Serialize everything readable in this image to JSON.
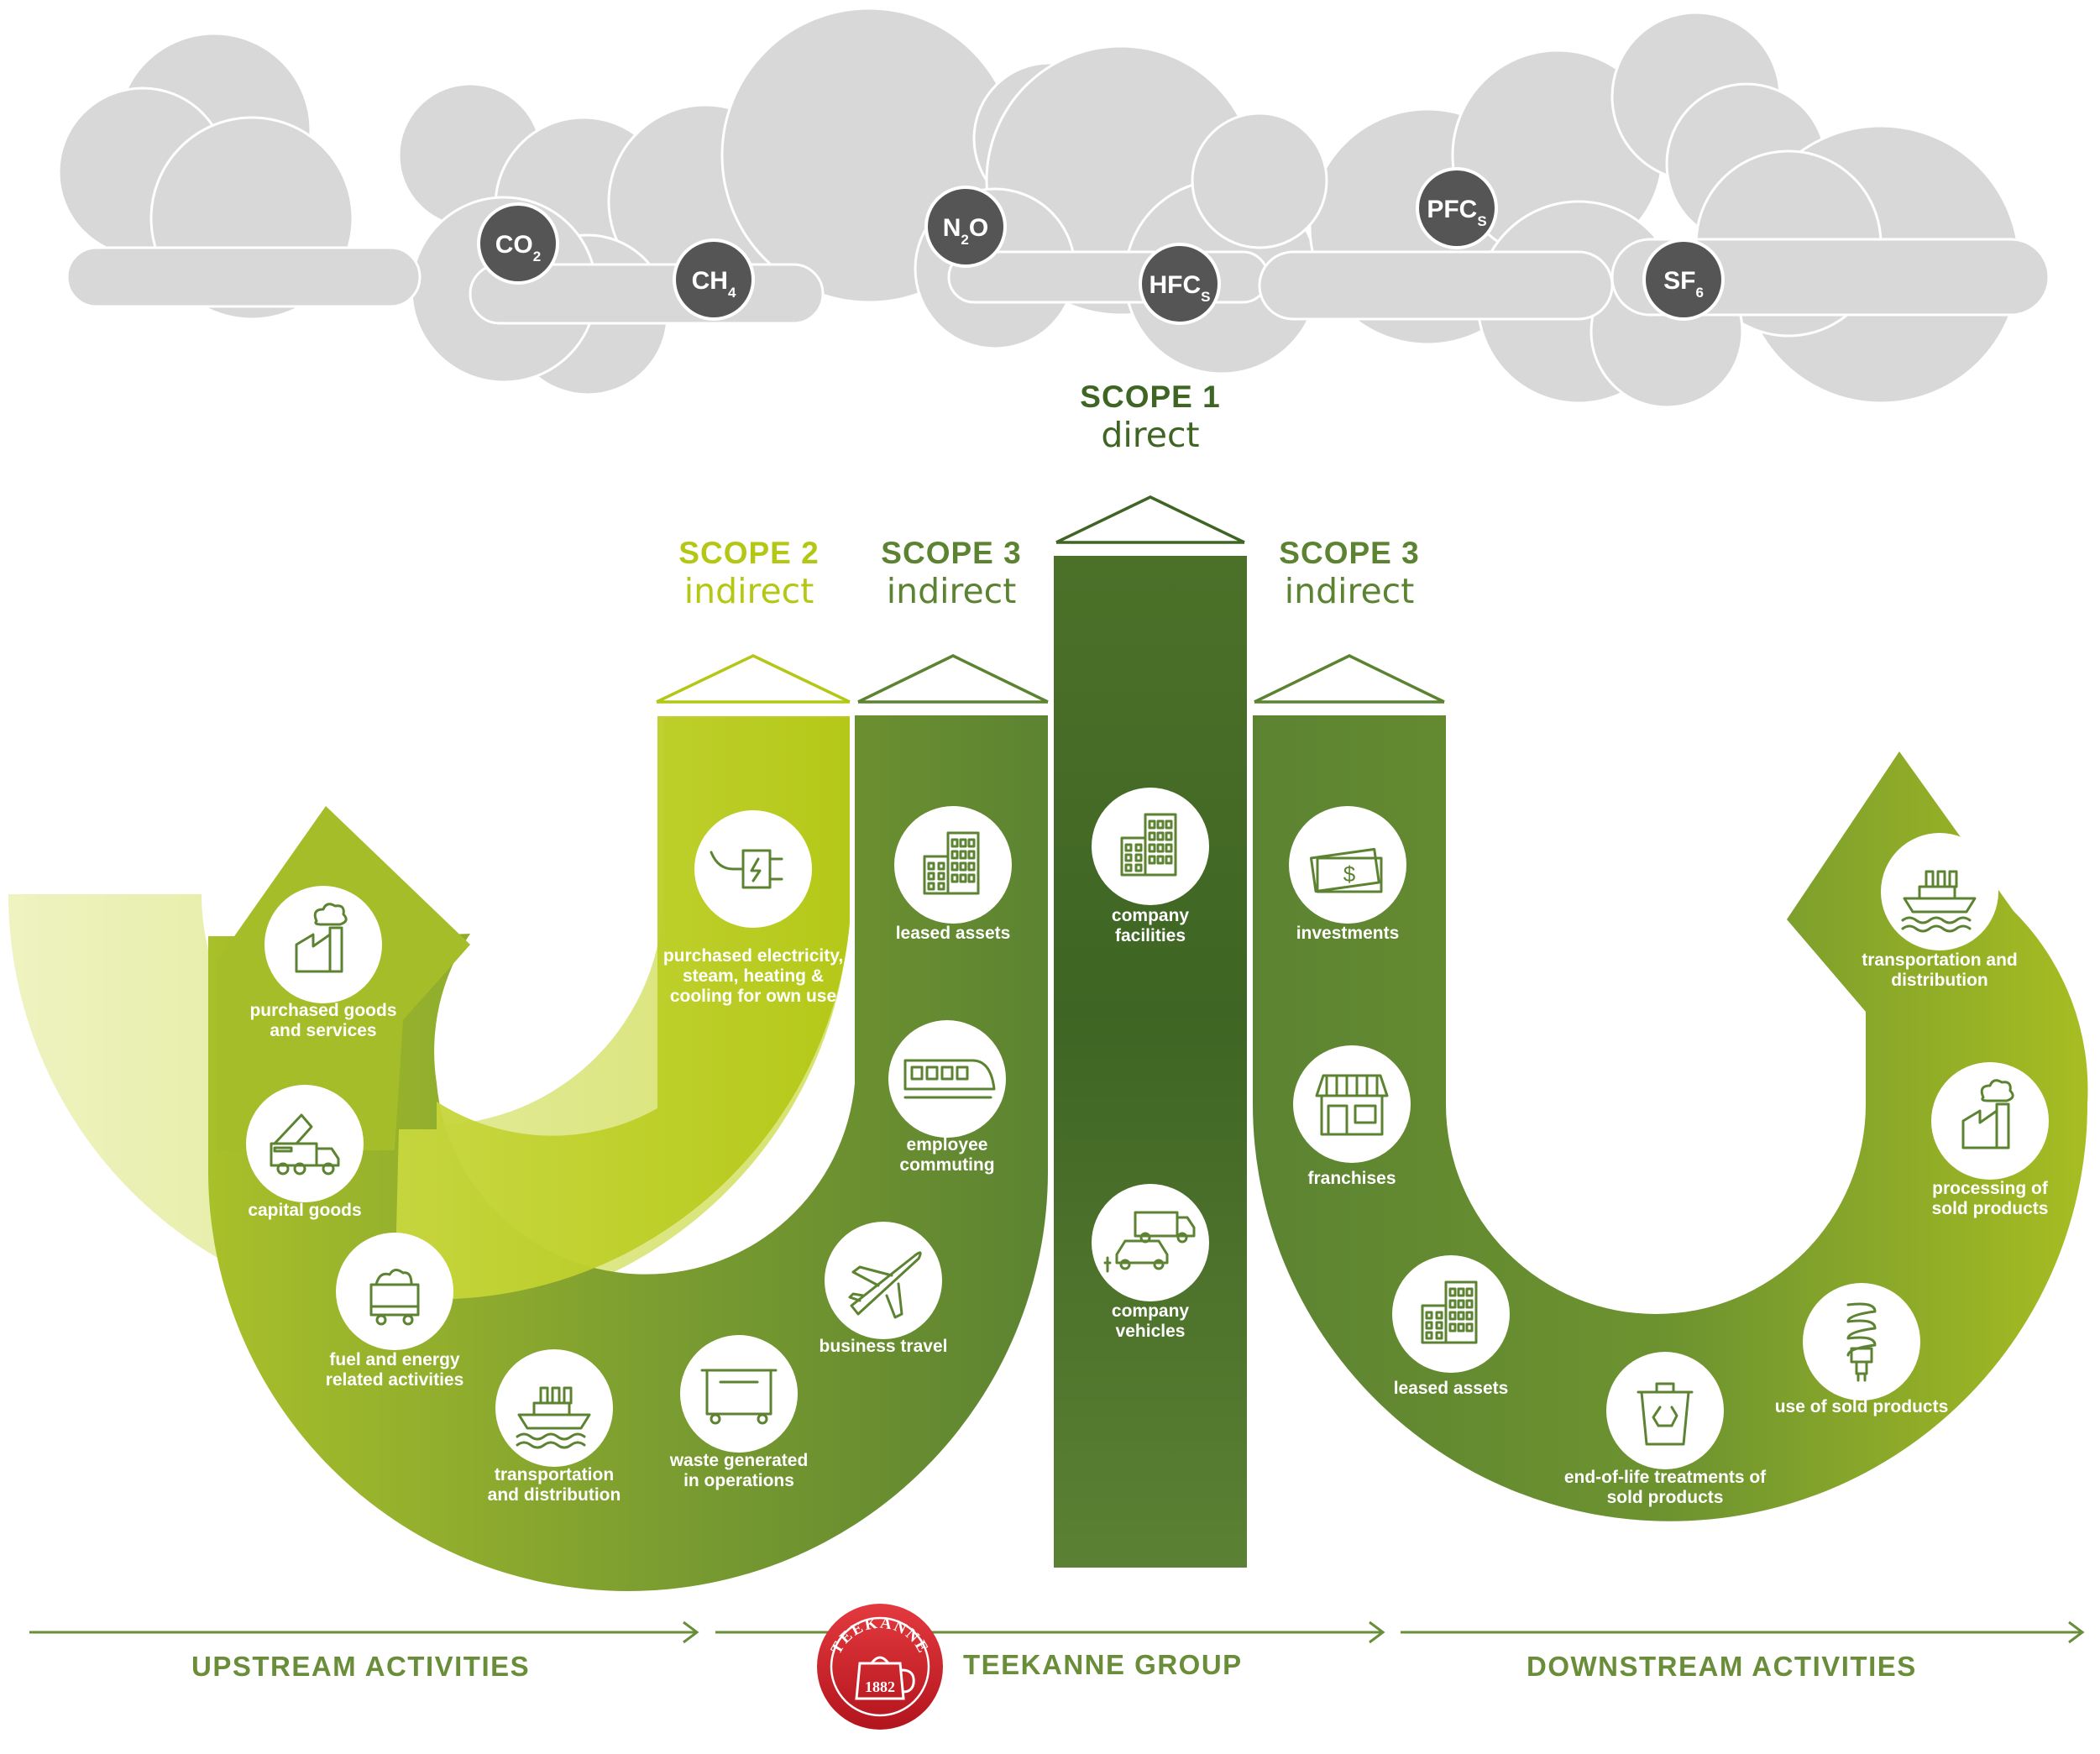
{
  "colors": {
    "scope1_dark": "#3f6524",
    "scope3_green": "#5c8331",
    "scope2_lime": "#b3c714",
    "cloud": "#d8d8d8",
    "gas_bubble": "#555555",
    "arrow_line": "#6a8d3a"
  },
  "gases": [
    {
      "base": "CO",
      "sub": "2"
    },
    {
      "base": "CH",
      "sub": "4"
    },
    {
      "base": "N",
      "sub": "2",
      "tail": "O"
    },
    {
      "base": "HFC",
      "sub": "S"
    },
    {
      "base": "PFC",
      "sub": "S"
    },
    {
      "base": "SF",
      "sub": "6"
    }
  ],
  "scopes": {
    "scope1": {
      "title": "SCOPE 1",
      "subtitle": "direct"
    },
    "scope2": {
      "title": "SCOPE 2",
      "subtitle": "indirect"
    },
    "scope3_up": {
      "title": "SCOPE 3",
      "subtitle": "indirect"
    },
    "scope3_down": {
      "title": "SCOPE 3",
      "subtitle": "indirect"
    }
  },
  "activities": [
    {
      "key": "purchased-goods",
      "icon": "factory-icon",
      "lines": [
        "purchased goods",
        "and services"
      ]
    },
    {
      "key": "capital-goods",
      "icon": "dump-truck-icon",
      "lines": [
        "capital goods"
      ]
    },
    {
      "key": "fuel-energy",
      "icon": "coal-cart-icon",
      "lines": [
        "fuel and energy",
        "related activities"
      ]
    },
    {
      "key": "upstream-transport",
      "icon": "ship-icon",
      "lines": [
        "transportation",
        "and distribution"
      ]
    },
    {
      "key": "waste",
      "icon": "waste-container-icon",
      "lines": [
        "waste generated",
        "in operations"
      ]
    },
    {
      "key": "purchased-electricity",
      "icon": "power-plug-icon",
      "lines": [
        "purchased electricity,",
        "steam, heating &",
        "cooling for own use"
      ]
    },
    {
      "key": "upstream-leased-assets",
      "icon": "building-icon",
      "lines": [
        "leased assets"
      ]
    },
    {
      "key": "employee-commuting",
      "icon": "train-icon",
      "lines": [
        "employee",
        "commuting"
      ]
    },
    {
      "key": "business-travel",
      "icon": "airplane-icon",
      "lines": [
        "business travel"
      ]
    },
    {
      "key": "company-facilities",
      "icon": "building-icon",
      "lines": [
        "company",
        "facilities"
      ]
    },
    {
      "key": "company-vehicles",
      "icon": "vehicles-icon",
      "lines": [
        "company",
        "vehicles"
      ]
    },
    {
      "key": "investments",
      "icon": "banknote-icon",
      "lines": [
        "investments"
      ]
    },
    {
      "key": "franchises",
      "icon": "storefront-icon",
      "lines": [
        "franchises"
      ]
    },
    {
      "key": "downstream-leased-assets",
      "icon": "building-icon",
      "lines": [
        "leased assets"
      ]
    },
    {
      "key": "end-of-life",
      "icon": "recycle-bin-icon",
      "lines": [
        "end-of-life treatments of",
        "sold products"
      ]
    },
    {
      "key": "use-of-sold-products",
      "icon": "light-bulb-icon",
      "lines": [
        "use of sold products"
      ]
    },
    {
      "key": "processing",
      "icon": "factory-icon",
      "lines": [
        "processing of",
        "sold products"
      ]
    },
    {
      "key": "downstream-transport",
      "icon": "ship-icon",
      "lines": [
        "transportation and",
        "distribution"
      ]
    }
  ],
  "bottom": {
    "upstream": "UPSTREAM ACTIVITIES",
    "group": "TEEKANNE GROUP",
    "downstream": "DOWNSTREAM ACTIVITIES"
  },
  "logo": {
    "brand": "TEEKANNE",
    "year": "1882"
  }
}
